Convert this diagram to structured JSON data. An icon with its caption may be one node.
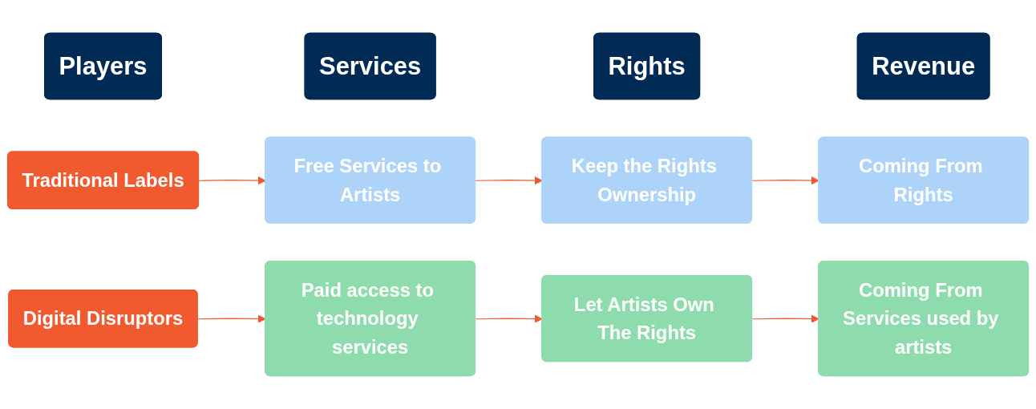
{
  "diagram": {
    "nodes": [
      {
        "text": [
          "Players"
        ]
      },
      {
        "text": [
          "Services"
        ]
      },
      {
        "text": [
          "Rights"
        ]
      },
      {
        "text": [
          "Revenue"
        ]
      },
      {
        "text": [
          "Traditional Labels"
        ]
      },
      {
        "text": [
          "Free Services to Artists"
        ]
      },
      {
        "text": [
          "Keep the Rights Ownership"
        ]
      },
      {
        "text": [
          "Coming From Rights"
        ]
      },
      {
        "text": [
          "Digital Disruptors"
        ]
      },
      {
        "text": [
          "Paid access to technology services"
        ]
      },
      {
        "text": [
          "Let Artists Own The Rights"
        ]
      },
      {
        "text": [
          "Coming From Services used by artists"
        ]
      }
    ],
    "edges": [
      {
        "from": 4,
        "to": 5,
        "arrow": "to"
      },
      {
        "from": 5,
        "to": 6,
        "arrow": "to"
      },
      {
        "from": 6,
        "to": 7,
        "arrow": "to"
      },
      {
        "from": 8,
        "to": 9,
        "arrow": "to"
      },
      {
        "from": 9,
        "to": 10,
        "arrow": "to"
      },
      {
        "from": 10,
        "to": 11,
        "arrow": "to"
      }
    ]
  }
}
